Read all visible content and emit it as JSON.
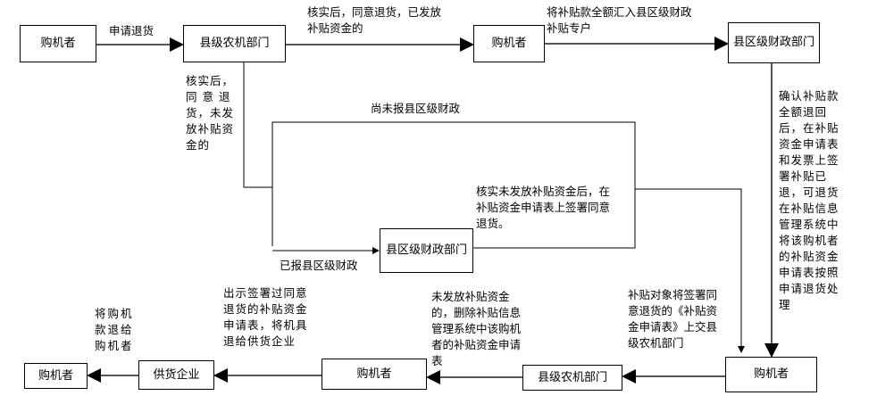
{
  "boxes": {
    "b1": "购机者",
    "b2": "县级农机部门",
    "b3": "购机者",
    "b4": "县区级财政部门",
    "b5": "县区级财政部门",
    "b6": "购机者",
    "b7": "县级农机部门",
    "b8": "购机者",
    "b9": "供货企业",
    "b10": "购机者"
  },
  "labels": {
    "apply_return": "申请退货",
    "verified_paid": "核实后，同意退货，已发放补贴资金的",
    "remit_full": "将补贴款全额汇入县区级财政补贴专户",
    "verified_unpaid": "核实后，同 意 退货，未发放补贴资金的",
    "not_reported": "尚未报县区级财政",
    "reported": "已报县区级财政",
    "sign_agree": "核实未发放补贴资金后，在补贴资金申请表上签署同意退货。",
    "confirm_refund": "确认补贴款全额退回后，在补贴资金申请表和发票上签署补贴已退，可退货在补贴信息管理系统中将该购机者的补贴资金申请表按照申请退货处理",
    "submit_form": "补贴对象将签署同意退货的《补贴资金申请表》上交县级农机部门",
    "delete_app": "未发放补贴资金的，删除补贴信息管理系统中该购机者的补贴资金申请表",
    "show_form": "出示签署过同意退货的补贴资金申请表，将机具退给供货企业",
    "refund_buyer": "将购机款退给购机者"
  }
}
